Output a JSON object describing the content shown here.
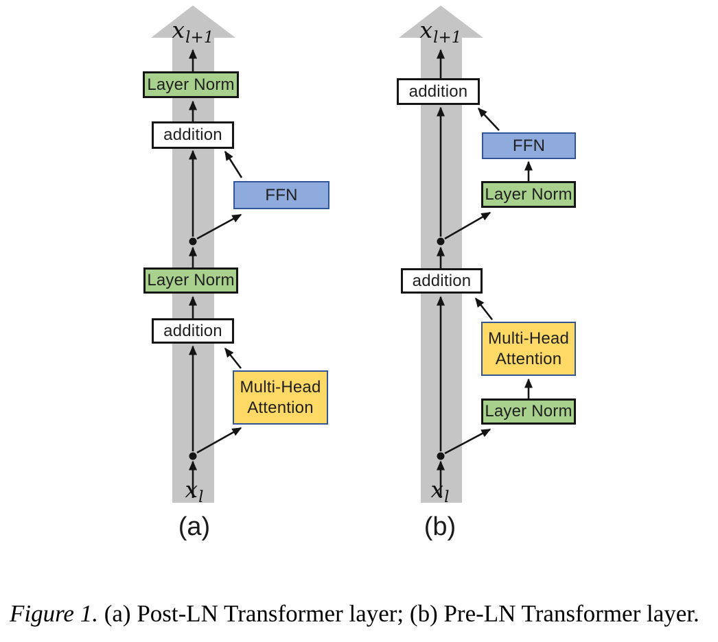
{
  "figure": {
    "caption": {
      "label": "Figure 1.",
      "text": "(a) Post-LN Transformer layer; (b) Pre-LN Transformer layer."
    },
    "colors": {
      "stream_gray": "#C5C5C5",
      "layer_norm_fill": "#A9D18E",
      "ffn_fill": "#8FAADC",
      "ffn_border": "#2F5597",
      "attention_fill": "#FFD966",
      "attention_border": "#2F5597",
      "arrow_black": "#141414"
    },
    "diagrams": [
      {
        "tag": "(a)",
        "output_label": {
          "base": "x",
          "sub": "l+1"
        },
        "input_label": {
          "base": "x",
          "sub": "l"
        },
        "boxes": {
          "layer_norm_top": "Layer Norm",
          "addition_top": "addition",
          "ffn": "FFN",
          "layer_norm_mid": "Layer Norm",
          "addition_bottom": "addition",
          "mha": "Multi-Head Attention"
        }
      },
      {
        "tag": "(b)",
        "output_label": {
          "base": "x",
          "sub": "l+1"
        },
        "input_label": {
          "base": "x",
          "sub": "l"
        },
        "boxes": {
          "addition_top": "addition",
          "ffn": "FFN",
          "layer_norm_upper": "Layer Norm",
          "addition_bottom": "addition",
          "mha": "Multi-Head Attention",
          "layer_norm_lower": "Layer Norm"
        }
      }
    ]
  }
}
